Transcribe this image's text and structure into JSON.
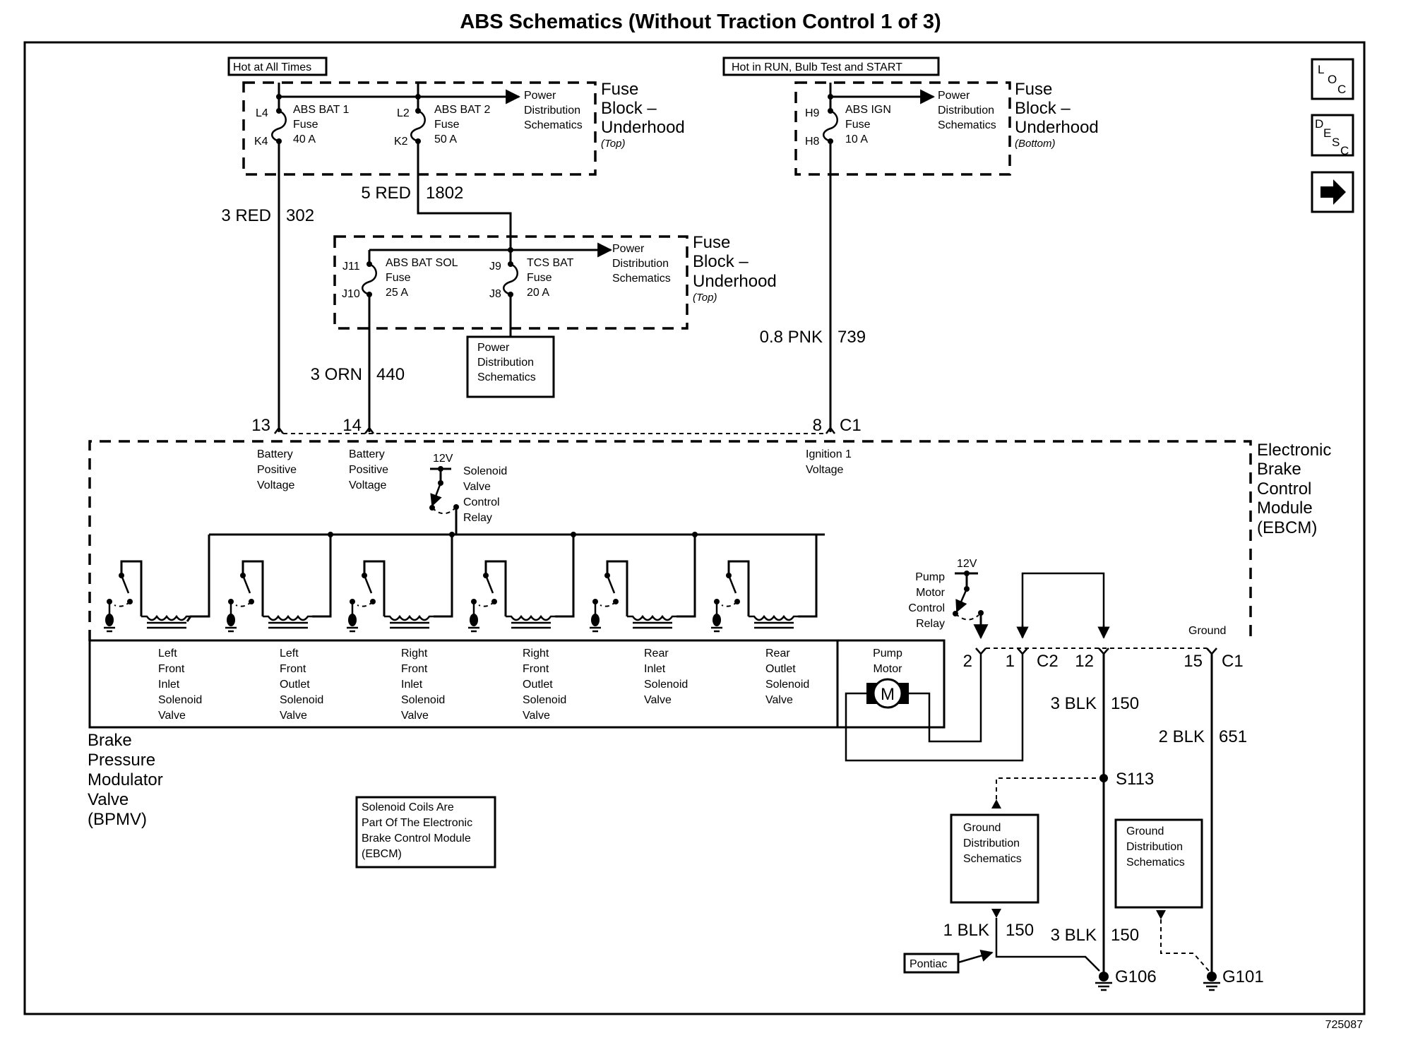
{
  "title": "ABS Schematics (Without Traction Control 1 of 3)",
  "figure_id": "725087",
  "nav": {
    "loc_label": [
      "L",
      "O",
      "C"
    ],
    "desc_label": [
      "D",
      "E",
      "S",
      "C"
    ],
    "next_icon": "right-arrow-icon"
  },
  "power_sources": {
    "hot_at_all_times": "Hot at All Times",
    "hot_in_run": "Hot in RUN, Bulb Test and START"
  },
  "fuse_block_top_1": {
    "name": [
      "Fuse",
      "Block –",
      "Underhood"
    ],
    "location": "(Top)",
    "ref": [
      "Power",
      "Distribution",
      "Schematics"
    ],
    "fuses": [
      {
        "in_pin": "L4",
        "out_pin": "K4",
        "name": "ABS BAT 1",
        "type": "Fuse",
        "rating": "40 A"
      },
      {
        "in_pin": "L2",
        "out_pin": "K2",
        "name": "ABS BAT 2",
        "type": "Fuse",
        "rating": "50 A"
      }
    ]
  },
  "fuse_block_bottom": {
    "name": [
      "Fuse",
      "Block –",
      "Underhood"
    ],
    "location": "(Bottom)",
    "ref": [
      "Power",
      "Distribution",
      "Schematics"
    ],
    "fuses": [
      {
        "in_pin": "H9",
        "out_pin": "H8",
        "name": "ABS IGN",
        "type": "Fuse",
        "rating": "10 A"
      }
    ]
  },
  "fuse_block_top_2": {
    "name": [
      "Fuse",
      "Block –",
      "Underhood"
    ],
    "location": "(Top)",
    "ref": [
      "Power",
      "Distribution",
      "Schematics"
    ],
    "fuses": [
      {
        "in_pin": "J11",
        "out_pin": "J10",
        "name": "ABS BAT SOL",
        "type": "Fuse",
        "rating": "25 A"
      },
      {
        "in_pin": "J9",
        "out_pin": "J8",
        "name": "TCS BAT",
        "type": "Fuse",
        "rating": "20 A"
      }
    ]
  },
  "power_dist_box": [
    "Power",
    "Distribution",
    "Schematics"
  ],
  "wires": {
    "w302": {
      "gauge_color": "3 RED",
      "circuit": "302"
    },
    "w1802": {
      "gauge_color": "5 RED",
      "circuit": "1802"
    },
    "w440": {
      "gauge_color": "3 ORN",
      "circuit": "440"
    },
    "w739": {
      "gauge_color": "0.8 PNK",
      "circuit": "739"
    },
    "w150a": {
      "gauge_color": "3 BLK",
      "circuit": "150"
    },
    "w651": {
      "gauge_color": "2 BLK",
      "circuit": "651"
    },
    "w150b": {
      "gauge_color": "1 BLK",
      "circuit": "150"
    },
    "w150c": {
      "gauge_color": "3 BLK",
      "circuit": "150"
    }
  },
  "ebcm": {
    "name": [
      "Electronic",
      "Brake",
      "Control",
      "Module",
      "(EBCM)"
    ],
    "pins": {
      "p13": "13",
      "p14": "14",
      "p8": "8",
      "c1_top": "C1",
      "p2": "2",
      "p1": "1",
      "c2": "C2",
      "p12": "12",
      "p15": "15",
      "c1_bot": "C1"
    },
    "inputs": {
      "bat1": [
        "Battery",
        "Positive",
        "Voltage"
      ],
      "bat2": [
        "Battery",
        "Positive",
        "Voltage"
      ],
      "ign": [
        "Ignition 1",
        "Voltage"
      ]
    },
    "solenoid_relay": {
      "voltage": "12V",
      "name": [
        "Solenoid",
        "Valve",
        "Control",
        "Relay"
      ]
    },
    "pump_relay": {
      "voltage": "12V",
      "name": [
        "Pump",
        "Motor",
        "Control",
        "Relay"
      ]
    },
    "ground_label": "Ground"
  },
  "bpmv": {
    "name": [
      "Brake",
      "Pressure",
      "Modulator",
      "Valve",
      "(BPMV)"
    ],
    "valves": [
      [
        "Left",
        "Front",
        "Inlet",
        "Solenoid",
        "Valve"
      ],
      [
        "Left",
        "Front",
        "Outlet",
        "Solenoid",
        "Valve"
      ],
      [
        "Right",
        "Front",
        "Inlet",
        "Solenoid",
        "Valve"
      ],
      [
        "Right",
        "Front",
        "Outlet",
        "Solenoid",
        "Valve"
      ],
      [
        "Rear",
        "Inlet",
        "Solenoid",
        "Valve"
      ],
      [
        "Rear",
        "Outlet",
        "Solenoid",
        "Valve"
      ]
    ],
    "pump": {
      "name": [
        "Pump",
        "Motor"
      ],
      "symbol": "M"
    }
  },
  "note": [
    "Solenoid Coils Are",
    "Part Of The Electronic",
    "Brake Control Module",
    "(EBCM)"
  ],
  "splice": "S113",
  "grounds": {
    "g106": "G106",
    "g101": "G101"
  },
  "ground_dist_1": [
    "Ground",
    "Distribution",
    "Schematics"
  ],
  "ground_dist_2": [
    "Ground",
    "Distribution",
    "Schematics"
  ],
  "pontiac": "Pontiac"
}
